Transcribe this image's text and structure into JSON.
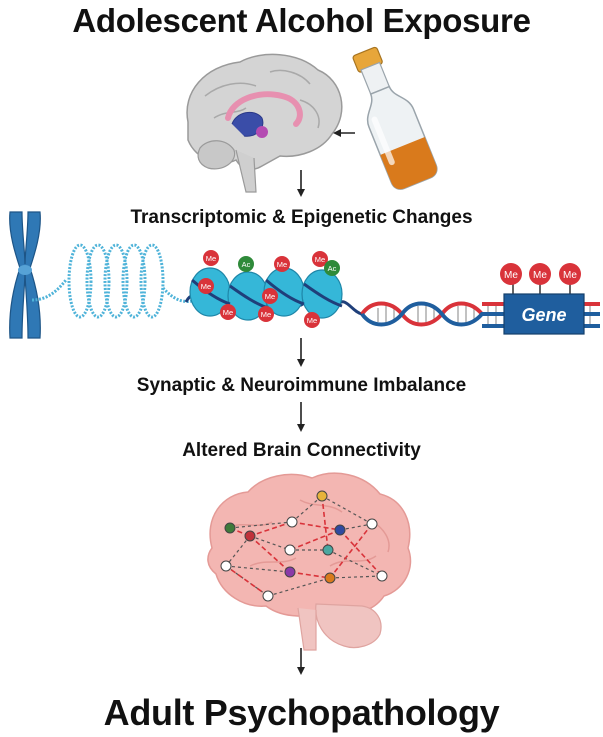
{
  "title": "Adolescent Alcohol Exposure",
  "steps": {
    "transcriptomic": "Transcriptomic & Epigenetic Changes",
    "synaptic": "Synaptic & Neuroimmune Imbalance",
    "connectivity": "Altered Brain Connectivity"
  },
  "outcome": "Adult Psychopathology",
  "marks": {
    "methyl": "Me",
    "acetyl": "Ac",
    "gene": "Gene"
  },
  "colors": {
    "methyl": "#d9333a",
    "acetyl": "#2f8a3a",
    "gene_box": "#1f5e9e",
    "chromosome": "#2f78b5",
    "nucleosome": "#35b7d8",
    "dna_red": "#d9333a",
    "dna_blue": "#1f5e9e",
    "whiskey": "#d97a1c",
    "brain_pink": "#f3b6b2"
  }
}
